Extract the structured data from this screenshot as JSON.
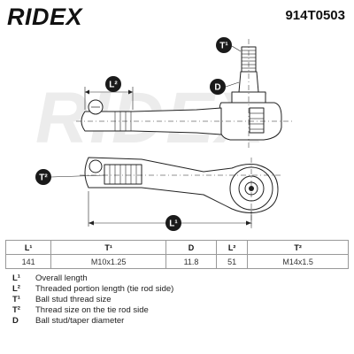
{
  "header": {
    "brand": "RIDEX",
    "article_number": "914T0503"
  },
  "drawing": {
    "labels": {
      "t1": "T¹",
      "d": "D",
      "l2": "L²",
      "t2": "T²",
      "l1": "L¹"
    }
  },
  "specs": {
    "headers": [
      "L¹",
      "T¹",
      "D",
      "L²",
      "T²"
    ],
    "values": [
      "141",
      "M10x1.25",
      "11.8",
      "51",
      "M14x1.5"
    ]
  },
  "legend": [
    {
      "symbol": "L¹",
      "description": "Overall length"
    },
    {
      "symbol": "L²",
      "description": "Threaded portion length (tie rod side)"
    },
    {
      "symbol": "T¹",
      "description": "Ball stud thread size"
    },
    {
      "symbol": "T²",
      "description": "Thread size on the tie rod side"
    },
    {
      "symbol": "D",
      "description": "Ball stud/taper diameter"
    }
  ],
  "colors": {
    "badge": "#1a1a1a",
    "line": "#222222",
    "watermark": "#ececec"
  }
}
